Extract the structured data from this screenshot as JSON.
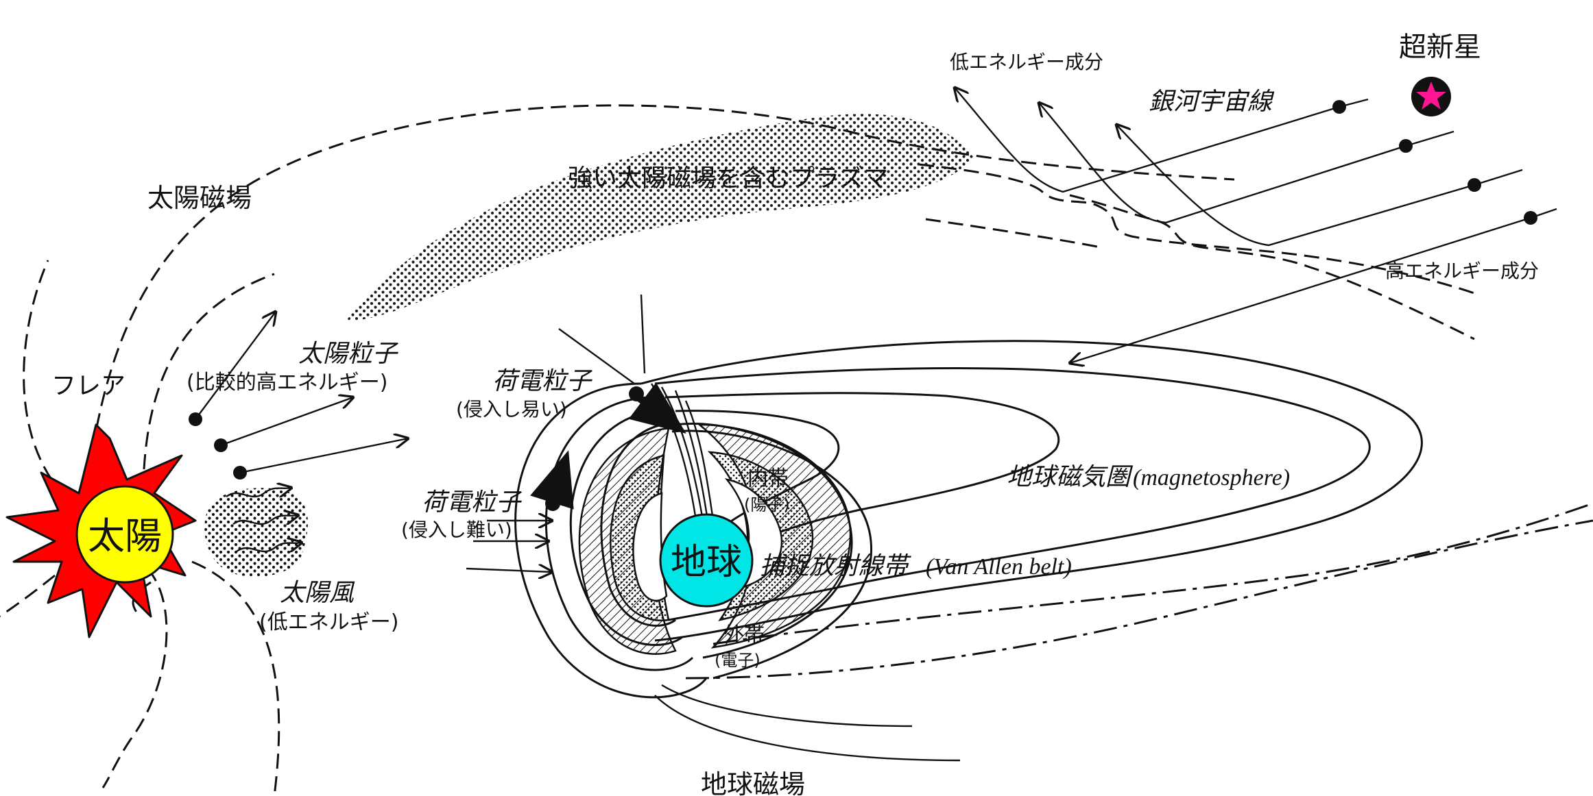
{
  "labels": {
    "supernova": "超新星",
    "low_energy_component": "低エネルギー成分",
    "galactic_cosmic_rays": "銀河宇宙線",
    "high_energy_component": "高エネルギー成分",
    "plasma": "強い太陽磁場を含むプラズマ",
    "solar_magnetic_field": "太陽磁場",
    "solar_particles": "太陽粒子",
    "solar_particles_note": "(比較的高エネルギー)",
    "flare": "フレア",
    "sun": "太陽",
    "solar_wind": "太陽風",
    "solar_wind_note": "(低エネルギー)",
    "charged_particles_easy": "荷電粒子",
    "charged_particles_easy_note": "(侵入し易い)",
    "charged_particles_hard": "荷電粒子",
    "charged_particles_hard_note": "(侵入し難い)",
    "earth": "地球",
    "inner_belt": "内帯",
    "inner_belt_note": "(陽子)",
    "outer_belt": "外帯",
    "outer_belt_note": "(電子)",
    "radiation_belt": "捕捉放射線帯",
    "radiation_belt_en": "(Van Allen belt)",
    "magnetosphere": "地球磁気圏",
    "magnetosphere_en": "(magnetosphere)",
    "earth_magnetic_field": "地球磁場"
  },
  "colors": {
    "sun_body": "#ffff00",
    "flare": "#ff0000",
    "earth": "#00e5e5",
    "supernova_star": "#ff1493",
    "line": "#111111"
  }
}
